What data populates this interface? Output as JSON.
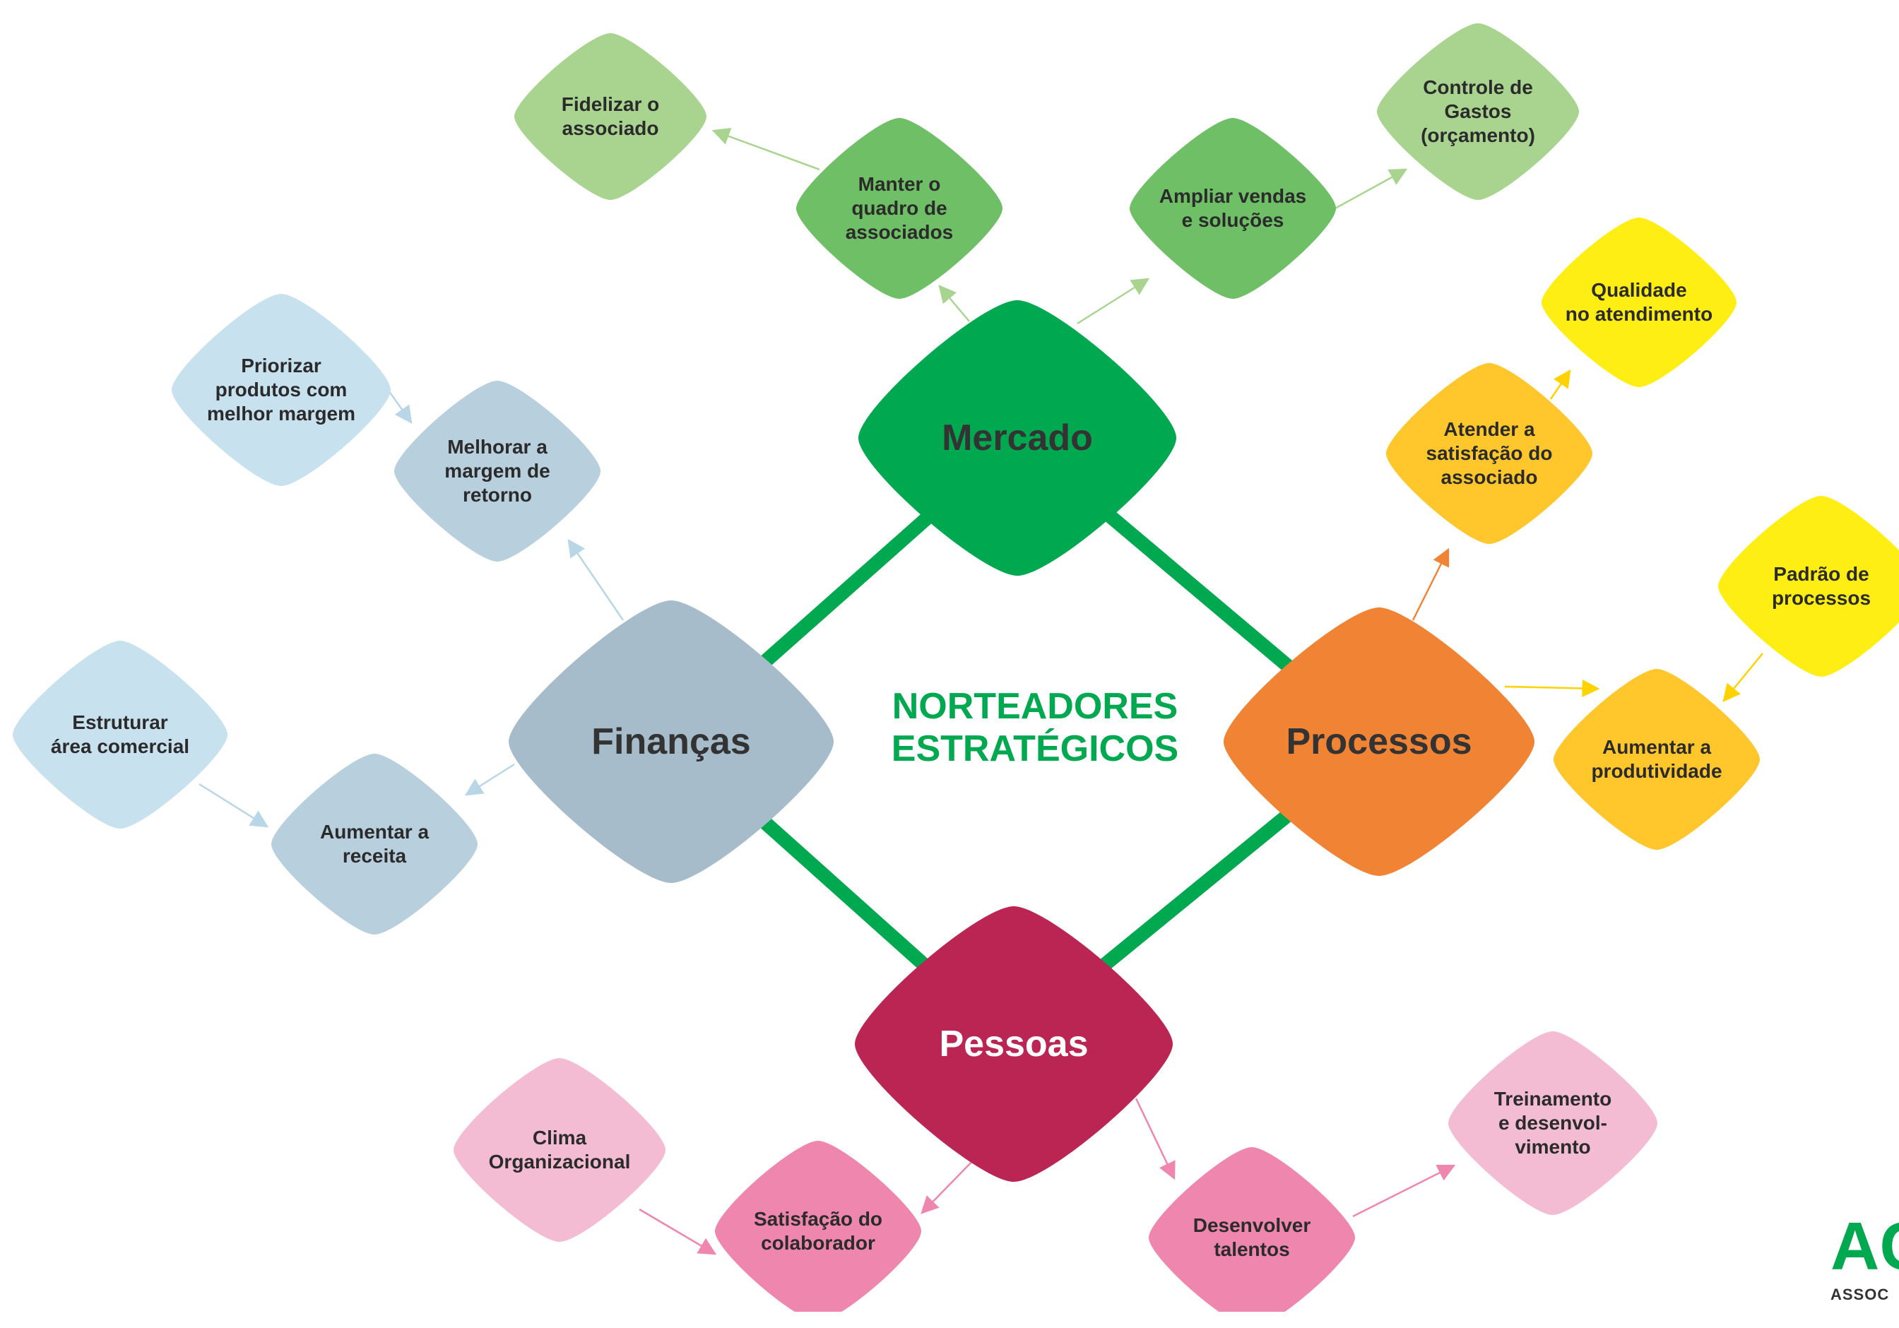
{
  "center_title": "NORTEADORES\nESTRATÉGICOS",
  "logo": {
    "mark": "AC",
    "subtitle": "ASSOC"
  },
  "pillars": {
    "mercado": "Mercado",
    "financas": "Finanças",
    "processos": "Processos",
    "pessoas": "Pessoas"
  },
  "nodes": {
    "fidelizar": "Fidelizar o\nassociado",
    "manter": "Manter o\nquadro de\nassociados",
    "ampliar": "Ampliar vendas\ne soluções",
    "controle": "Controle de\nGastos\n(orçamento)",
    "qualidade": "Qualidade\nno atendimento",
    "atender": "Atender a\nsatisfação do\nassociado",
    "padrao": "Padrão de\nprocessos",
    "produtividade": "Aumentar a\nprodutividade",
    "priorizar": "Priorizar\nprodutos com\nmelhor margem",
    "melhorar": "Melhorar a\nmargem de\nretorno",
    "estruturar": "Estruturar\nárea comercial",
    "receita": "Aumentar a\nreceita",
    "clima": "Clima\nOrganizacional",
    "satisfacao": "Satisfação do\ncolaborador",
    "desenvolver": "Desenvolver\ntalentos",
    "treinamento": "Treinamento\ne desenvol-\nvimento"
  },
  "colors": {
    "green_dark": "#00a84f",
    "green_mid": "#6fbf66",
    "green_light": "#a9d48f",
    "yellow": "#ffee14",
    "amber": "#ffc72c",
    "orange": "#f08434",
    "blue_light": "#c8e1ef",
    "blue_mid": "#b8cfdd",
    "blue_grey": "#a7bccb",
    "pink_light": "#f4bcd3",
    "pink_mid": "#ee86ad",
    "magenta": "#bb2554"
  }
}
